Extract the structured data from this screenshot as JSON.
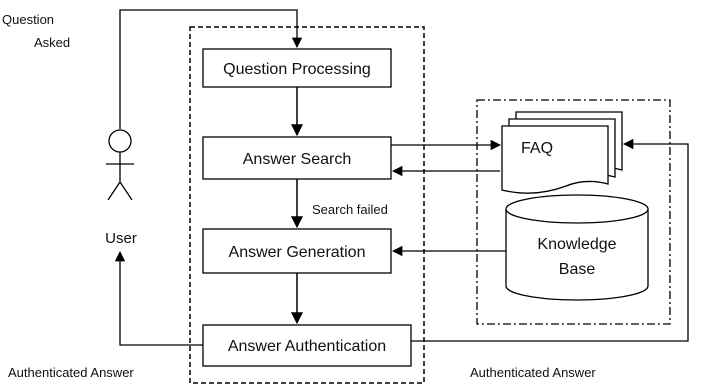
{
  "colors": {
    "stroke": "#000000",
    "text": "#111111",
    "background": "#ffffff"
  },
  "labels": {
    "question_asked_1": "Question",
    "question_asked_2": "Asked",
    "user": "User",
    "search_failed": "Search failed",
    "authenticated_answer_left": "Authenticated Answer",
    "authenticated_answer_right": "Authenticated Answer"
  },
  "process_boxes": {
    "question_processing": "Question Processing",
    "answer_search": "Answer Search",
    "answer_generation": "Answer Generation",
    "answer_authentication": "Answer Authentication"
  },
  "resources": {
    "faq": "FAQ",
    "knowledge_base_line1": "Knowledge",
    "knowledge_base_line2": "Base"
  },
  "icons": {
    "user": "stick-figure-icon",
    "faq": "document-stack-icon",
    "knowledge_base": "database-cylinder-icon"
  }
}
